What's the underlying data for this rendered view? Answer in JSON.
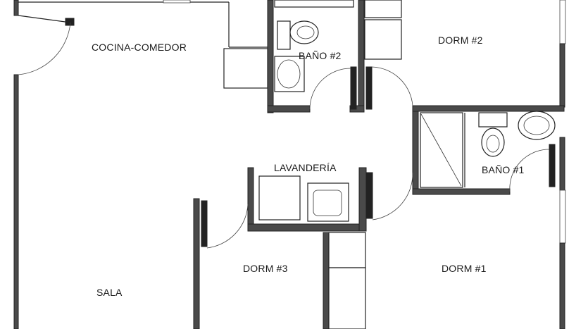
{
  "rooms": {
    "cocina_comedor": "COCINA-COMEDOR",
    "bano_2": "BAÑO #2",
    "dorm_2": "DORM #2",
    "lavanderia": "LAVANDERÍA",
    "bano_1": "BAÑO #1",
    "dorm_3": "DORM #3",
    "dorm_1": "DORM #1",
    "sala": "SALA"
  },
  "colors": {
    "wall": "#4a4a4a",
    "line": "#222222",
    "background": "#ffffff"
  }
}
